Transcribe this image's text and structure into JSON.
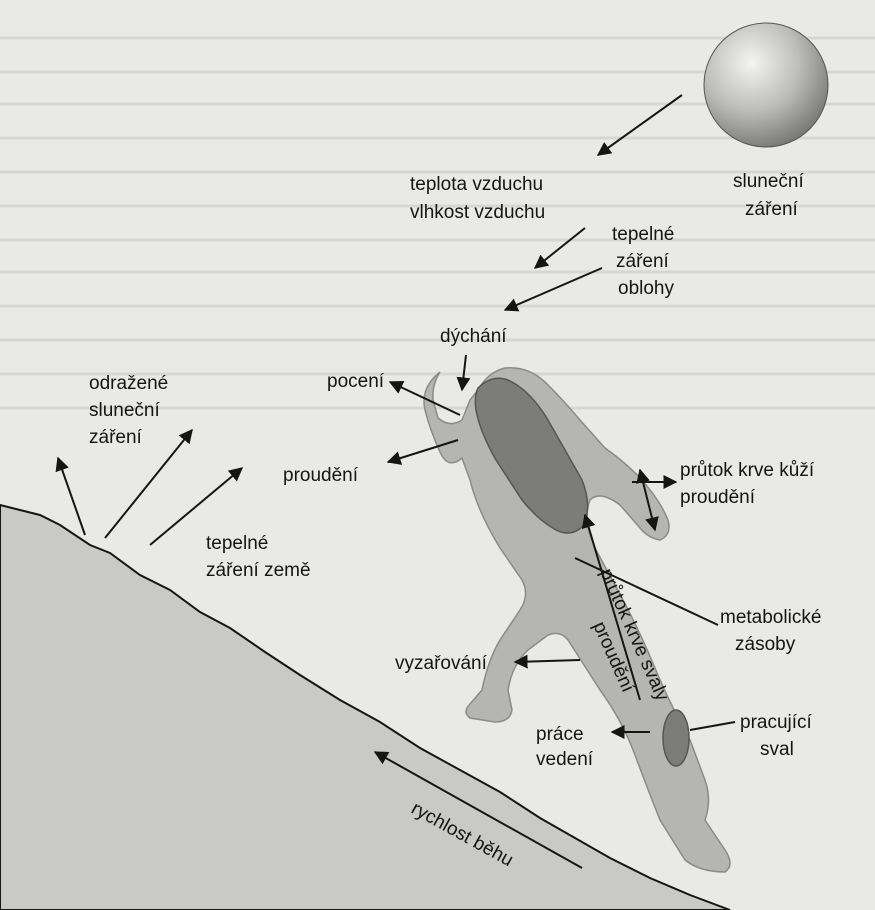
{
  "labels": {
    "sun_radiation_1": "sluneční",
    "sun_radiation_2": "záření",
    "air_temp": "teplota vzduchu",
    "air_humidity": "vlhkost vzduchu",
    "sky_heat_1": "tepelné",
    "sky_heat_2": "záření",
    "sky_heat_3": "oblohy",
    "breathing": "dýchání",
    "sweating": "pocení",
    "reflected_1": "odražené",
    "reflected_2": "sluneční",
    "reflected_3": "záření",
    "convection": "proudění",
    "skin_flow": "průtok krve kůží",
    "skin_convection": "proudění",
    "ground_heat_1": "tepelné",
    "ground_heat_2": "záření země",
    "muscle_flow": "průtok krve svaly",
    "muscle_convection": "proudění",
    "metabolic_1": "metabolické",
    "metabolic_2": "zásoby",
    "radiation": "vyzařování",
    "work_1": "práce",
    "work_2": "vedení",
    "working_muscle_1": "pracující",
    "working_muscle_2": "sval",
    "running_speed": "rychlost běhu"
  },
  "colors": {
    "background": "#e9e9e7",
    "ground": "#c9c9c7",
    "body": "#b5b5b3",
    "core": "#7c7c7a",
    "ink": "#151515"
  }
}
